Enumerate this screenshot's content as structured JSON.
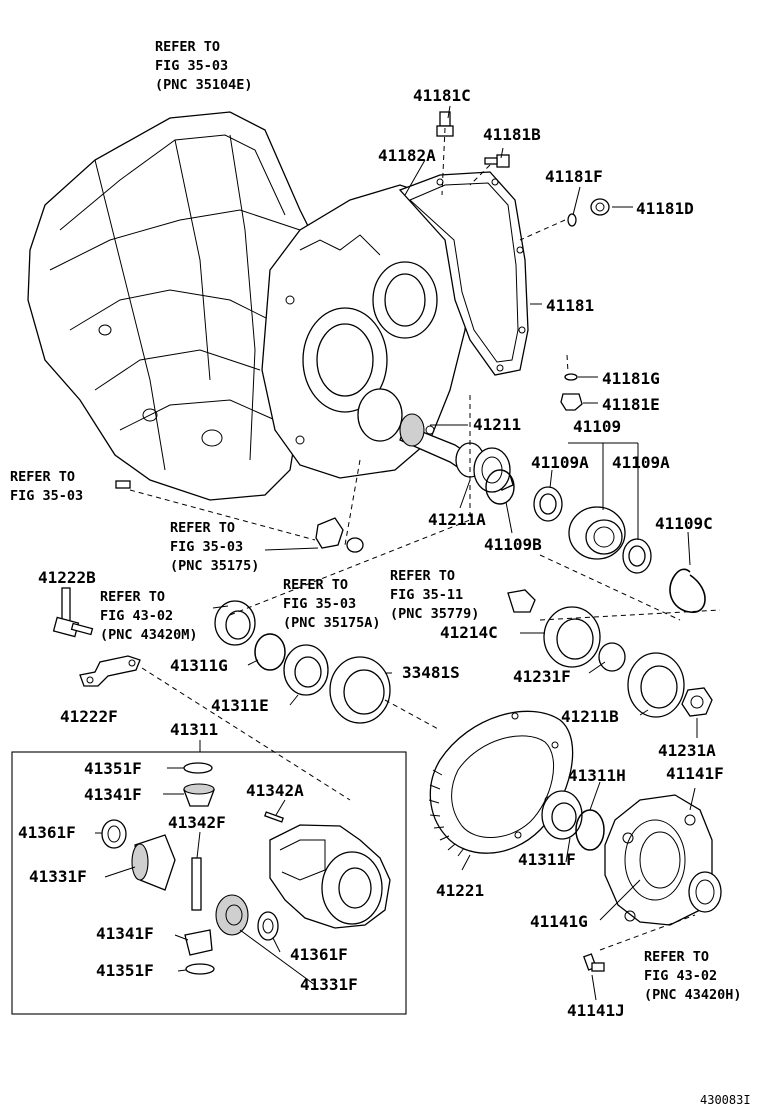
{
  "labels": {
    "l41181C": "41181C",
    "l41181B": "41181B",
    "l41182A": "41182A",
    "l41181F": "41181F",
    "l41181D": "41181D",
    "l41181": "41181",
    "l41181G": "41181G",
    "l41181E": "41181E",
    "l41211": "41211",
    "l41109": "41109",
    "l41109A_1": "41109A",
    "l41109A_2": "41109A",
    "l41211A": "41211A",
    "l41109B": "41109B",
    "l41109C": "41109C",
    "l41222B": "41222B",
    "l41214C": "41214C",
    "l41311G": "41311G",
    "l33481S": "33481S",
    "l41231F": "41231F",
    "l41311E": "41311E",
    "l41211B": "41211B",
    "l41222F": "41222F",
    "l41311": "41311",
    "l41231A": "41231A",
    "l41351F_1": "41351F",
    "l41342A": "41342A",
    "l41141F": "41141F",
    "l41341F_1": "41341F",
    "l41311H": "41311H",
    "l41361F_1": "41361F",
    "l41342F": "41342F",
    "l41331F_1": "41331F",
    "l41311F": "41311F",
    "l41221": "41221",
    "l41141G": "41141G",
    "l41341F_2": "41341F",
    "l41361F_2": "41361F",
    "l41351F_2": "41351F",
    "l41331F_2": "41331F",
    "l41141J": "41141J"
  },
  "references": {
    "r1": [
      "REFER TO",
      "FIG 35-03",
      "(PNC 35104E)"
    ],
    "r2": [
      "REFER TO",
      "FIG 35-03"
    ],
    "r3": [
      "REFER TO",
      "FIG 35-03",
      "(PNC 35175)"
    ],
    "r4": [
      "REFER TO",
      "FIG 35-11",
      "(PNC 35779)"
    ],
    "r5": [
      "REFER TO",
      "FIG 35-03",
      "(PNC 35175A)"
    ],
    "r6": [
      "REFER TO",
      "FIG 43-02",
      "(PNC 43420M)"
    ],
    "r7": [
      "REFER TO",
      "FIG 43-02",
      "(PNC 43420H)"
    ]
  },
  "figure_id": "430083I"
}
